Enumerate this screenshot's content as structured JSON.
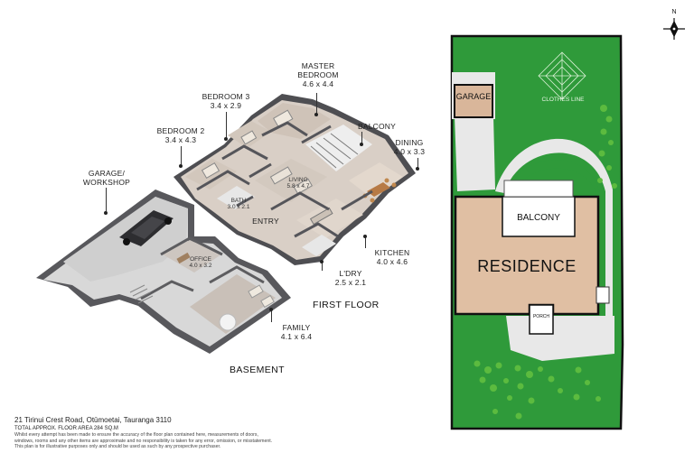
{
  "rooms": {
    "master_bedroom": {
      "name_line1": "MASTER",
      "name_line2": "BEDROOM",
      "size": "4.6 x 4.4"
    },
    "bedroom3": {
      "name": "BEDROOM 3",
      "size": "3.4 x 2.9"
    },
    "bedroom2": {
      "name": "BEDROOM 2",
      "size": "3.4 x 4.3"
    },
    "balcony": {
      "name": "BALCONY"
    },
    "dining": {
      "name": "DINING",
      "size": "4.0 x 3.3"
    },
    "garage_workshop": {
      "name_line1": "GARAGE/",
      "name_line2": "WORKSHOP"
    },
    "living": {
      "name": "LIVING",
      "size": "5.8 x 4.7"
    },
    "bath": {
      "name": "BATH",
      "size": "3.0 x 2.1"
    },
    "entry": {
      "name": "ENTRY"
    },
    "office": {
      "name": "OFFICE",
      "size": "4.0 x 3.2"
    },
    "kitchen": {
      "name": "KITCHEN",
      "size": "4.0 x 4.6"
    },
    "laundry": {
      "name": "L'DRY",
      "size": "2.5 x 2.1"
    },
    "family": {
      "name": "FAMILY",
      "size": "4.1 x 6.4"
    }
  },
  "floors": {
    "first": "FIRST FLOOR",
    "basement": "BASEMENT"
  },
  "site": {
    "garage": "GARAGE",
    "clothes_line": "CLOTHES LINE",
    "balcony": "BALCONY",
    "residence": "RESIDENCE",
    "porch": "PORCH",
    "north": "N"
  },
  "footer": {
    "address": "21 Tirinui Crest Road, Otūmoetai, Tauranga 3110",
    "area": "TOTAL APPROX. FLOOR AREA 284 SQ.M",
    "disclaimer_1": "Whilst every attempt has been made to ensure the accuracy of the floor plan contained here, measurements of doors,",
    "disclaimer_2": "windows, rooms and any other items are approximate and no responsibility is taken for any error, omission, or misstatement.",
    "disclaimer_3": "This plan is for illustrative purposes only and should be used as such by any prospective purchaser."
  },
  "colors": {
    "grass": "#2f9a3a",
    "tree": "#5cbb3f",
    "residence": "#e0bfa3",
    "path": "#e8e8e8",
    "floor": "#d7ccc4",
    "wall": "#6f6f72"
  }
}
